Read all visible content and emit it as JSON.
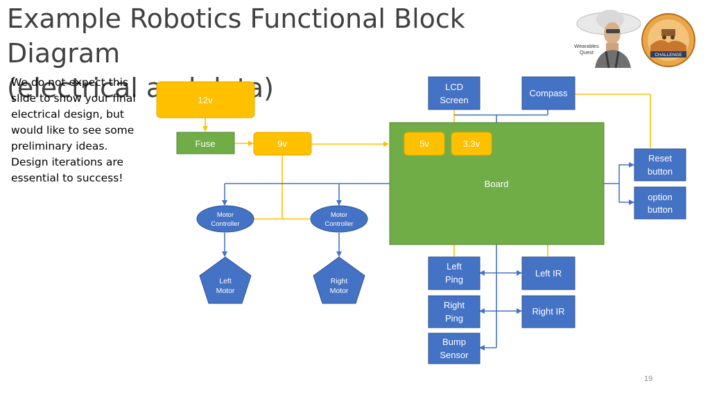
{
  "title_line1": "Example Robotics Functional Block Diagram",
  "title_line2": "(electrical and data)",
  "note_lines": [
    "We do not expect this",
    "slide to show your final",
    "electrical design, but",
    "would like to see some",
    "preliminary ideas.",
    "Design iterations are",
    "essential to success!"
  ],
  "page_number": "19",
  "brand": {
    "line1": "Wearables",
    "line2": "Quest",
    "badge_text": "CHALLENGE"
  },
  "colors": {
    "power": "#ffc000",
    "power_border": "#e6a800",
    "data": "#4472c4",
    "board": "#70ad47",
    "fuse": "#70ad47"
  },
  "blocks": {
    "v12": "12v",
    "fuse": "Fuse",
    "v9": "9v",
    "v5": "5v",
    "v33": "3.3v",
    "board": "Board",
    "lcd": [
      "LCD",
      "Screen"
    ],
    "compass": "Compass",
    "reset": [
      "Reset",
      "button"
    ],
    "option": [
      "option",
      "button"
    ],
    "motor_ctrl_1": [
      "Motor",
      "Controller"
    ],
    "motor_ctrl_2": [
      "Motor",
      "Controller"
    ],
    "left_motor": [
      "Left",
      "Motor"
    ],
    "right_motor": [
      "Right",
      "Motor"
    ],
    "left_ping": [
      "Left",
      "Ping"
    ],
    "right_ping": [
      "Right",
      "Ping"
    ],
    "bump": [
      "Bump",
      "Sensor"
    ],
    "left_ir": "Left IR",
    "right_ir": "Right IR"
  }
}
